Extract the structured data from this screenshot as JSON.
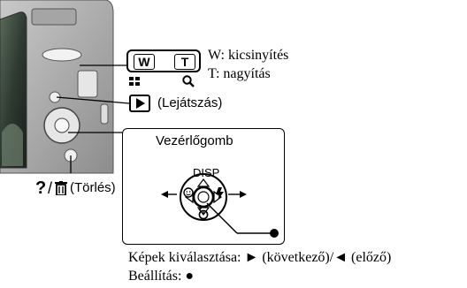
{
  "labels": {
    "zoom_out": "W: kicsinyítés",
    "zoom_in": "T: nagyítás",
    "playback": "(Lejátszás)",
    "delete": "(Törlés)",
    "control_button": "Vezérlőgomb",
    "select_images": "Képek kiválasztása: ► (következő)/◄ (előző)",
    "set": "Beállítás: ●"
  },
  "zoom_lever": {
    "w": "W",
    "t": "T"
  },
  "control_wheel": {
    "disp": "DISP"
  },
  "icons": {
    "help": "?",
    "trash": "trash-icon",
    "play": "play-icon",
    "flash": "flash-icon",
    "self_timer": "self-timer-icon",
    "face": "face-icon",
    "magnifier": "magnifier-icon",
    "thumbnail": "thumbnail-icon"
  }
}
